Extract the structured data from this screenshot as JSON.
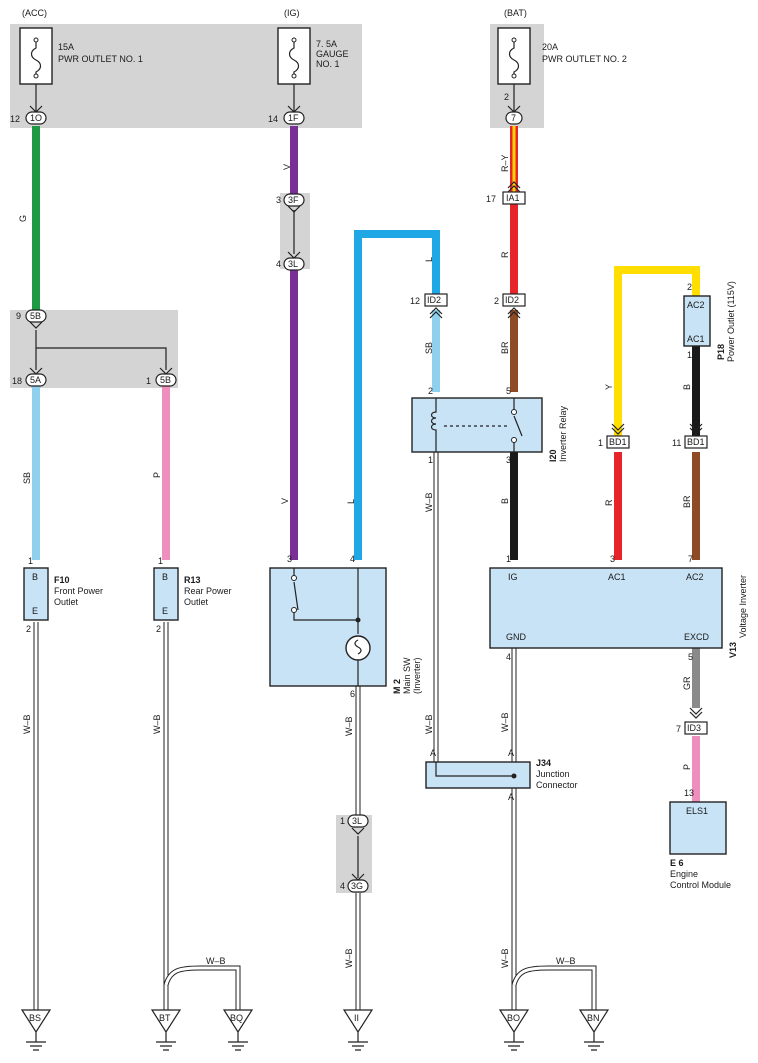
{
  "sources": [
    {
      "id": "acc",
      "label": "(ACC)"
    },
    {
      "id": "ig",
      "label": "(IG)"
    },
    {
      "id": "bat",
      "label": "(BAT)"
    }
  ],
  "fuses": {
    "acc_fuse": [
      "15A",
      "PWR OUTLET NO. 1"
    ],
    "ig_fuse": [
      "7. 5A",
      "GAUGE",
      "NO. 1"
    ],
    "bat_fuse": [
      "20A",
      "PWR OUTLET NO. 2"
    ]
  },
  "connectors": {
    "c_1O": "1O",
    "c_1F": "1F",
    "c_7": "7",
    "c_IA1": "IA1",
    "c_3F": "3F",
    "c_3L": "3L",
    "c_ID2a": "ID2",
    "c_ID2b": "ID2",
    "c_5B": "5B",
    "c_5A": "5A",
    "c_5B2": "5B",
    "c_BD1a": "BD1",
    "c_BD1b": "BD1",
    "c_ID3": "ID3",
    "c_3L2": "3L",
    "c_3G": "3G"
  },
  "pins": {
    "p12": "12",
    "p14": "14",
    "p2": "2",
    "p17": "17",
    "p3": "3",
    "p4": "4",
    "p12b": "12",
    "p2b": "2",
    "p9": "9",
    "p18": "18",
    "p1": "1",
    "p2c": "2",
    "p5": "5",
    "p1b": "1",
    "p3b": "3",
    "p1c": "1",
    "p11": "11",
    "p2d": "2",
    "p1d": "1",
    "p1e": "1",
    "p2e": "2",
    "p1f": "1",
    "p2f": "2",
    "p3c": "3",
    "p4b": "4",
    "p6": "6",
    "p1g": "1",
    "p3d": "3",
    "p7": "7",
    "p4c": "4",
    "p5b": "5",
    "p7b": "7",
    "p13": "13",
    "pA1": "A",
    "pA2": "A",
    "pA3": "A",
    "p1h": "1",
    "p4d": "4"
  },
  "wires": {
    "w_G": "G",
    "w_V1": "V",
    "w_RY": "R–Y",
    "w_R1": "R",
    "w_L1": "L",
    "w_SB1": "SB",
    "w_BR1": "BR",
    "w_SB2": "SB",
    "w_P1": "P",
    "w_V2": "V",
    "w_L2": "L",
    "w_WB1": "W–B",
    "w_B1": "B",
    "w_Y": "Y",
    "w_B2": "B",
    "w_R2": "R",
    "w_BR2": "BR",
    "w_WB2": "W–B",
    "w_WB3": "W–B",
    "w_WB4": "W–B",
    "w_WB5": "W–B",
    "w_WB6": "W–B",
    "w_GR": "GR",
    "w_P2": "P",
    "w_WB7": "W–B",
    "w_WB8": "W–B",
    "w_WB9": "W–B",
    "w_WB10": "W–B"
  },
  "components": {
    "f10": {
      "code": "F10",
      "name": [
        "Front Power",
        "Outlet"
      ],
      "pinB": "B",
      "pinE": "E"
    },
    "r13": {
      "code": "R13",
      "name": [
        "Rear Power",
        "Outlet"
      ],
      "pinB": "B",
      "pinE": "E"
    },
    "m2": {
      "code": "M 2",
      "name": [
        "Main SW",
        "(Inverter)"
      ]
    },
    "i20": {
      "code": "I20",
      "name": "Inverter Relay"
    },
    "p18": {
      "code": "P18",
      "name": "Power Outlet (115V)",
      "pinAC2": "AC2",
      "pinAC1": "AC1"
    },
    "v13": {
      "code": "V13",
      "name": "Voltage Inverter",
      "pinIG": "IG",
      "pinAC1": "AC1",
      "pinAC2": "AC2",
      "pinGND": "GND",
      "pinEXCD": "EXCD"
    },
    "j34": {
      "code": "J34",
      "name": [
        "Junction",
        "Connector"
      ]
    },
    "e6": {
      "code": "E 6",
      "name": [
        "Engine",
        "Control Module"
      ],
      "pin": "ELS1"
    }
  },
  "grounds": [
    "BS",
    "BT",
    "BQ",
    "II",
    "BO",
    "BN"
  ],
  "colors": {
    "G": "#1e9a45",
    "V": "#7a2f96",
    "RY_base": "#e8242b",
    "RY_stripe": "#ffd400",
    "R": "#e8242b",
    "L": "#1fa7e6",
    "SB": "#8fd0ef",
    "BR": "#8e4b26",
    "P": "#ef8fbd",
    "B": "#1a1a1a",
    "Y": "#ffde00",
    "GR": "#8a8a8a",
    "component_fill": "#c8e3f5",
    "splice_fill": "#d4d4d4"
  }
}
